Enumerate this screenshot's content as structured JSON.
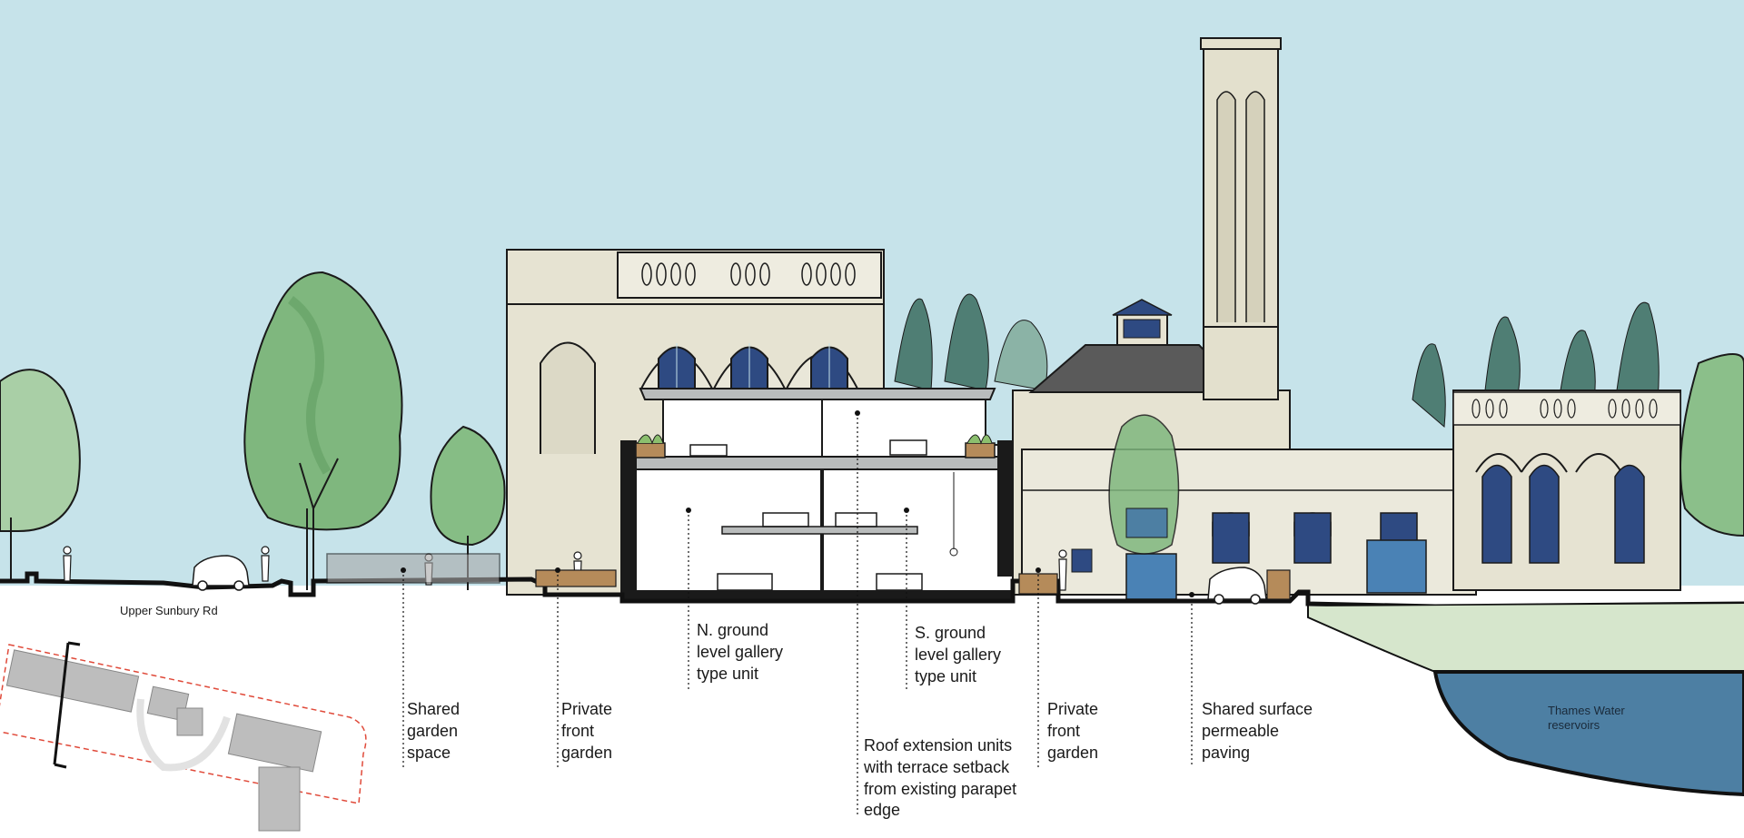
{
  "colors": {
    "sky": "#c6e3ea",
    "stone": "#e6e3d2",
    "stone_light": "#f0eee2",
    "window_blue": "#2e4a82",
    "door_blue": "#4a82b5",
    "tree_green": "#6eaa6e",
    "cypress_green": "#4f7e74",
    "roof_grey": "#5a5a5a",
    "water": "#4d7fa3",
    "grass": "#d6e6cc",
    "red_boundary": "#e04a3a",
    "ink": "#111111"
  },
  "icons": [
    "tree-icon",
    "cypress-icon",
    "car-icon",
    "person-icon",
    "chimney-icon",
    "planter-icon"
  ],
  "labels": {
    "road": "Upper Sunbury Rd",
    "shared_garden": [
      "Shared",
      "garden",
      "space"
    ],
    "private_front_garden_left": [
      "Private",
      "front",
      "garden"
    ],
    "n_gallery_unit": [
      "N. ground",
      "level gallery",
      "type unit"
    ],
    "roof_extension": [
      "Roof extension units",
      "with terrace setback",
      "from existing parapet",
      "edge"
    ],
    "s_gallery_unit": [
      "S. ground",
      "level gallery",
      "type unit"
    ],
    "private_front_garden_right": [
      "Private",
      "front",
      "garden"
    ],
    "shared_surface": [
      "Shared surface",
      "permeable",
      "paving"
    ],
    "reservoirs": [
      "Thames Water",
      "reservoirs"
    ]
  }
}
